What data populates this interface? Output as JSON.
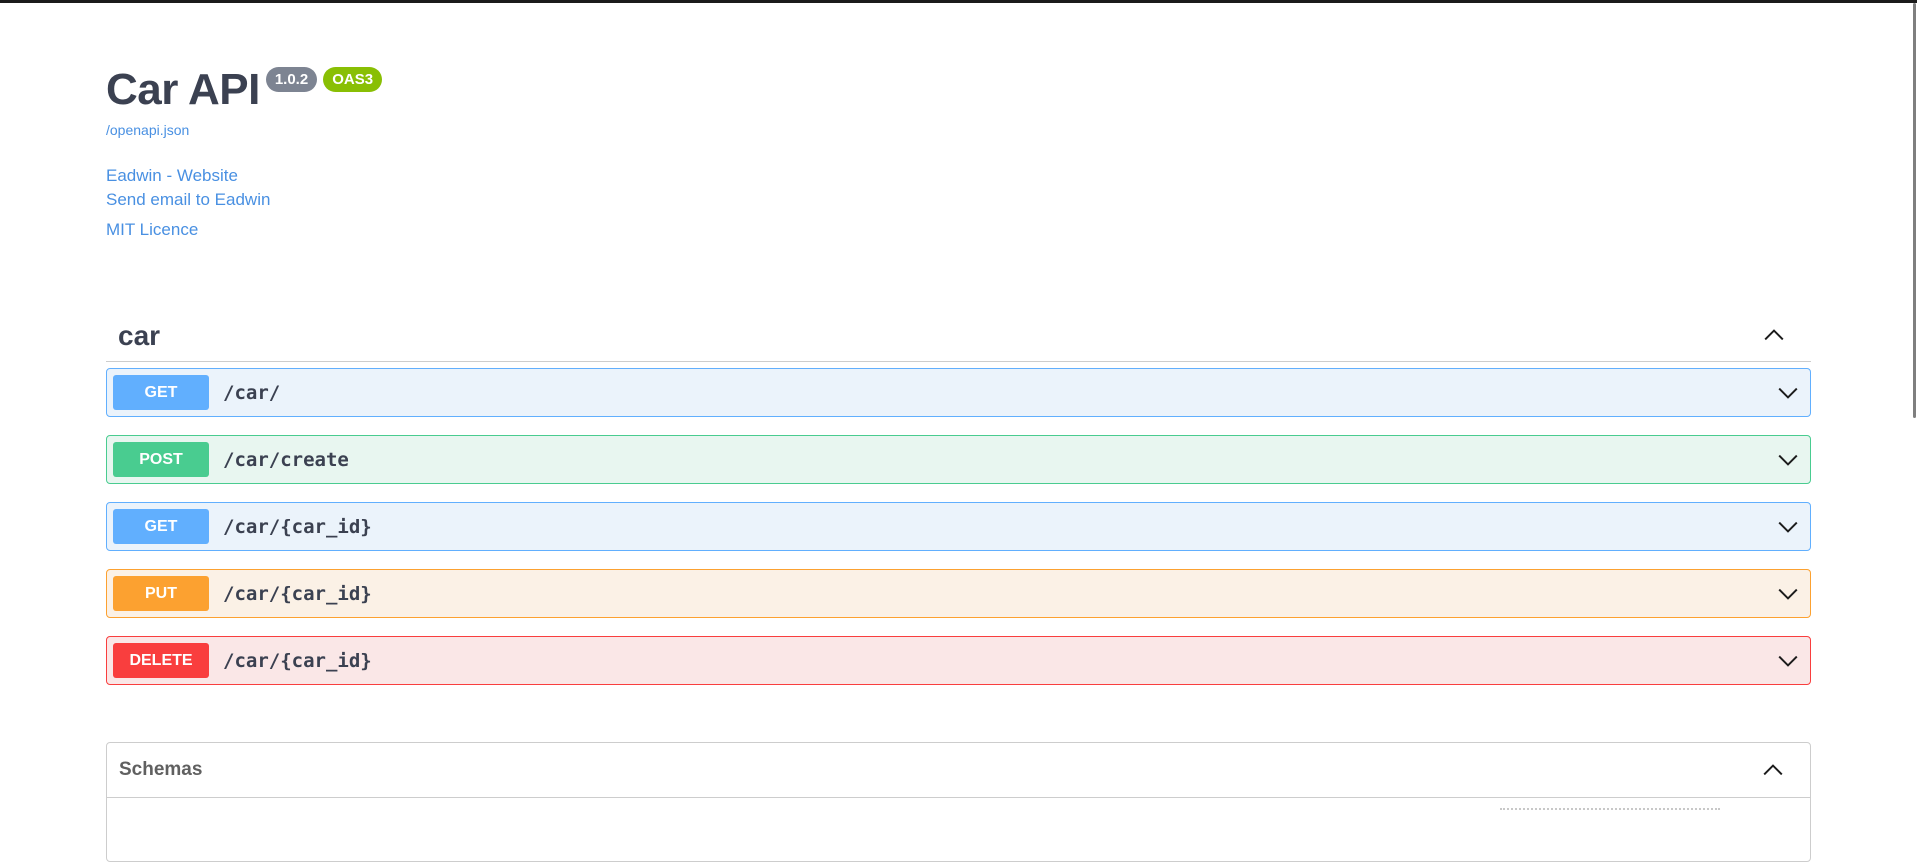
{
  "info": {
    "title": "Car API",
    "version": "1.0.2",
    "oas_badge": "OAS3",
    "spec_url": "/openapi.json",
    "contact_website": "Eadwin - Website",
    "contact_email": "Send email to Eadwin",
    "license": "MIT Licence"
  },
  "tag": {
    "name": "car",
    "expanded": true,
    "operations": [
      {
        "method": "GET",
        "path": "/car/"
      },
      {
        "method": "POST",
        "path": "/car/create"
      },
      {
        "method": "GET",
        "path": "/car/{car_id}"
      },
      {
        "method": "PUT",
        "path": "/car/{car_id}"
      },
      {
        "method": "DELETE",
        "path": "/car/{car_id}"
      }
    ]
  },
  "schemas": {
    "title": "Schemas",
    "expanded": true
  },
  "colors": {
    "get": "#61affe",
    "post": "#49cc90",
    "put": "#fca130",
    "delete": "#f93e3e",
    "link": "#4990e2",
    "version_badge": "#7d8492",
    "oas_badge": "#89bf04"
  }
}
